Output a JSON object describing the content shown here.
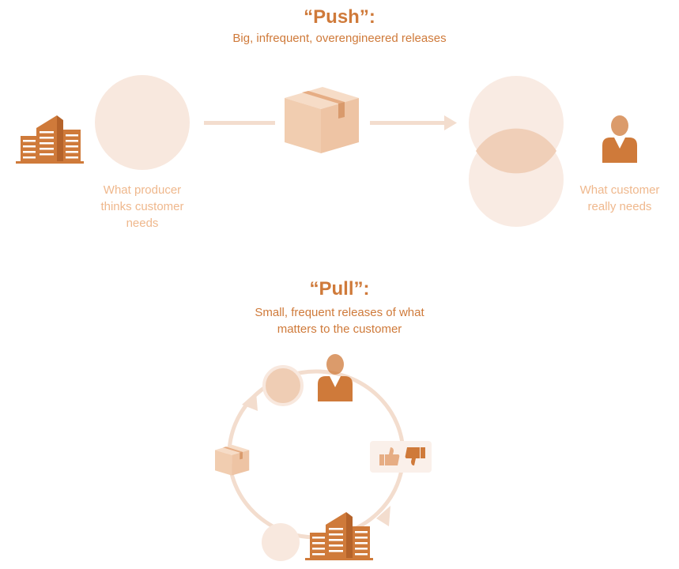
{
  "push": {
    "title": "“Push”:",
    "subtitle": "Big, infrequent, overengineered releases",
    "producer_caption": [
      "What producer",
      "thinks customer",
      "needs"
    ],
    "customer_caption": [
      "What customer",
      "really needs"
    ]
  },
  "pull": {
    "title": "“Pull”:",
    "subtitle": [
      "Small, frequent releases of what",
      "matters to the customer"
    ]
  },
  "colors": {
    "accent": "#cf7a3a",
    "soft": "#f8e8de",
    "box": "#f2d2ba",
    "line": "#f3ddce",
    "overlap": "#f0cfb8"
  },
  "icons": [
    "building-icon",
    "box-icon",
    "person-icon",
    "thumbs-up-icon",
    "thumbs-down-icon",
    "arrow-icon"
  ]
}
